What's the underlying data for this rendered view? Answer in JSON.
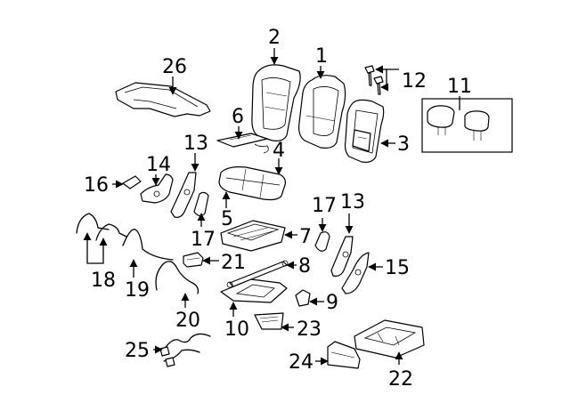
{
  "diagram": {
    "callouts": [
      "1",
      "2",
      "3",
      "4",
      "5",
      "6",
      "7",
      "8",
      "9",
      "10",
      "11",
      "12",
      "13",
      "13",
      "14",
      "15",
      "16",
      "17",
      "17",
      "18",
      "19",
      "20",
      "21",
      "22",
      "23",
      "24",
      "25",
      "26"
    ]
  }
}
